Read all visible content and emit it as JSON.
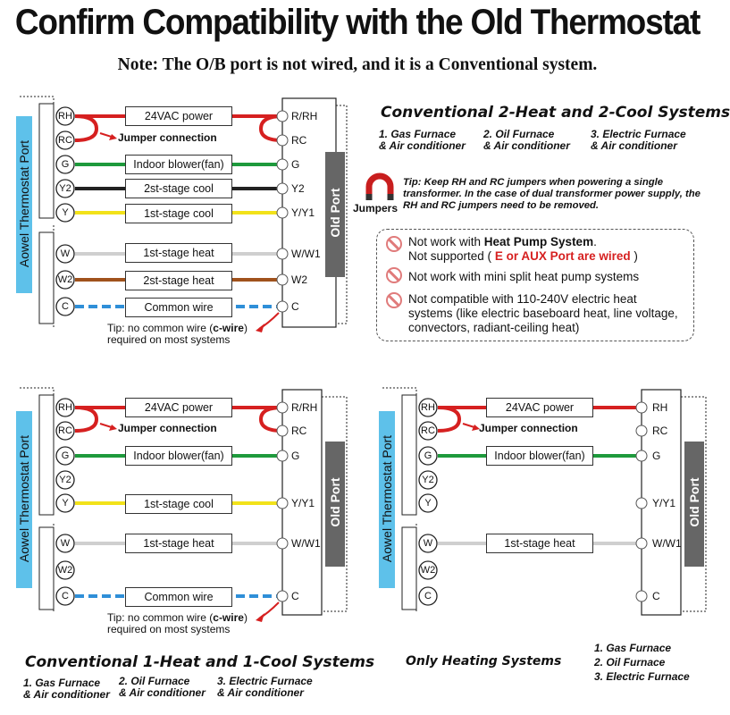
{
  "title": "Confirm Compatibility with the Old Thermostat",
  "note": "Note: The O/B port is not wired, and it is a Conventional system.",
  "side_labels": {
    "left": "Aowel Thermostat Port",
    "right": "Old  Port"
  },
  "labels": {
    "jumper_connection": "Jumper connection",
    "tip_common_1": "Tip: no common wire (",
    "tip_common_bold": "c-wire",
    "tip_common_2": ")",
    "tip_common_3": "required on most systems",
    "jumpers": "Jumpers",
    "jumper_tip": "Tip: Keep RH and RC jumpers when powering a single transformer. In the case of dual transformer power supply, the RH and RC jumpers need to be removed."
  },
  "diagrams": {
    "two_stage": {
      "left_terminals": [
        "RH",
        "RC",
        "G",
        "Y2",
        "Y",
        "W",
        "W2",
        "C"
      ],
      "right_terminals": [
        "R/RH",
        "RC",
        "G",
        "Y2",
        "Y/Y1",
        "W/W1",
        "W2",
        "C"
      ],
      "wires": [
        "24VAC power",
        "Indoor blower(fan)",
        "2st-stage cool",
        "1st-stage cool",
        "1st-stage heat",
        "2st-stage heat",
        "Common wire"
      ]
    },
    "one_stage": {
      "left_terminals": [
        "RH",
        "RC",
        "G",
        "Y2",
        "Y",
        "W",
        "W2",
        "C"
      ],
      "right_terminals": [
        "R/RH",
        "RC",
        "G",
        "Y/Y1",
        "W/W1",
        "C"
      ],
      "wires": [
        "24VAC power",
        "Indoor blower(fan)",
        "1st-stage cool",
        "1st-stage heat",
        "Common wire"
      ]
    },
    "heat_only": {
      "left_terminals": [
        "RH",
        "RC",
        "G",
        "Y2",
        "Y",
        "W",
        "W2",
        "C"
      ],
      "right_terminals": [
        "RH",
        "RC",
        "G",
        "Y/Y1",
        "W/W1",
        "C"
      ],
      "wires": [
        "24VAC power",
        "Indoor blower(fan)",
        "1st-stage heat"
      ]
    }
  },
  "systems": {
    "two_heat_two_cool": {
      "title": "Conventional 2-Heat and 2-Cool Systems",
      "items": [
        {
          "line1": "1. Gas Furnace",
          "line2": "& Air conditioner"
        },
        {
          "line1": "2. Oil Furnace",
          "line2": "& Air conditioner"
        },
        {
          "line1": "3. Electric Furnace",
          "line2": "& Air conditioner"
        }
      ]
    },
    "one_heat_one_cool": {
      "title": "Conventional 1-Heat and 1-Cool Systems",
      "items": [
        {
          "line1": "1. Gas Furnace",
          "line2": "& Air conditioner"
        },
        {
          "line1": "2. Oil Furnace",
          "line2": "& Air conditioner"
        },
        {
          "line1": "3. Electric Furnace",
          "line2": "& Air conditioner"
        }
      ]
    },
    "heating_only": {
      "title": "Only Heating Systems",
      "items": [
        "1. Gas Furnace",
        "2. Oil Furnace",
        "3. Electric Furnace"
      ]
    }
  },
  "warnings": {
    "w1_a": "Not work with ",
    "w1_bold": "Heat Pump System",
    "w1_b": ".",
    "w1_c": "Not supported ( ",
    "w1_red": "E or AUX Port are wired",
    "w1_d": " )",
    "w2": "Not work with mini split heat pump systems",
    "w3_a": "Not compatible with 110-240V electric heat",
    "w3_b": "systems (like electric baseboard heat, line voltage,",
    "w3_c": "convectors, radiant-ceiling heat)"
  },
  "colors": {
    "red": "#d62020",
    "green": "#1e9a3c",
    "black": "#222222",
    "yellow": "#f2e21a",
    "white": "#cfcfcf",
    "brown": "#a0521c",
    "blue": "#2f8fd8",
    "sidebar": "#5ec1ea",
    "oldport": "#666666"
  }
}
